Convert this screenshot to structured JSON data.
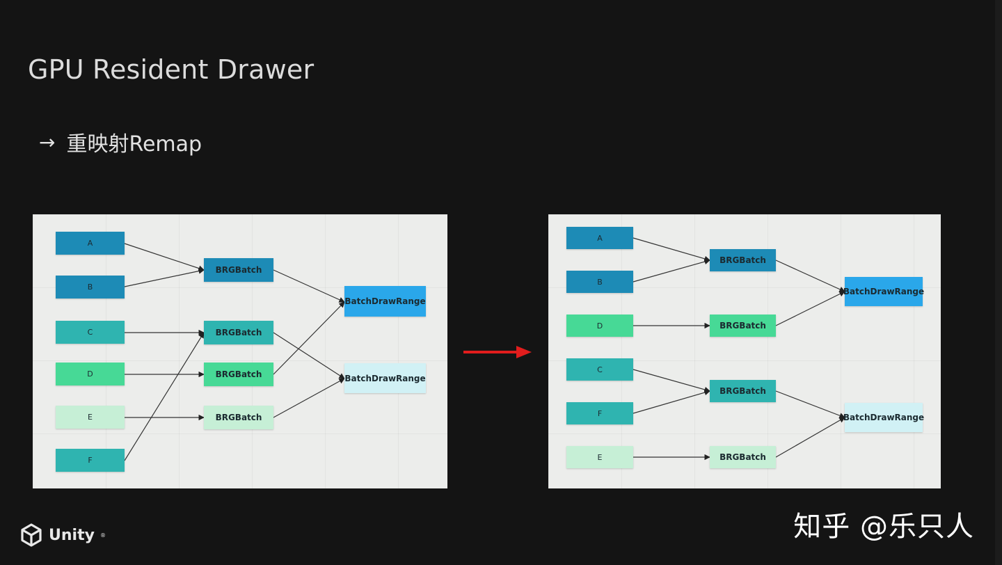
{
  "slide": {
    "title": "GPU Resident Drawer",
    "subtitle_arrow": "→",
    "subtitle": "重映射Remap"
  },
  "left_diagram": {
    "nodes": {
      "A": "A",
      "B": "B",
      "C": "C",
      "D": "D",
      "E": "E",
      "F": "F",
      "brg1": "BRGBatch",
      "brg2": "BRGBatch",
      "brg3": "BRGBatch",
      "brg4": "BRGBatch",
      "bdr1": "BatchDrawRange",
      "bdr2": "BatchDrawRange"
    },
    "edges": [
      [
        "A",
        "brg1"
      ],
      [
        "B",
        "brg1"
      ],
      [
        "C",
        "brg2"
      ],
      [
        "D",
        "brg3"
      ],
      [
        "E",
        "brg4"
      ],
      [
        "F",
        "brg2"
      ],
      [
        "brg1",
        "bdr1"
      ],
      [
        "brg3",
        "bdr1"
      ],
      [
        "brg2",
        "bdr2"
      ],
      [
        "brg4",
        "bdr2"
      ]
    ]
  },
  "right_diagram": {
    "nodes": {
      "A": "A",
      "B": "B",
      "D": "D",
      "C": "C",
      "F": "F",
      "E": "E",
      "brg1": "BRGBatch",
      "brg2": "BRGBatch",
      "brg3": "BRGBatch",
      "brg4": "BRGBatch",
      "bdr1": "BatchDrawRange",
      "bdr2": "BatchDrawRange"
    },
    "edges": [
      [
        "A",
        "brg1"
      ],
      [
        "B",
        "brg1"
      ],
      [
        "D",
        "brg2"
      ],
      [
        "C",
        "brg3"
      ],
      [
        "F",
        "brg3"
      ],
      [
        "E",
        "brg4"
      ],
      [
        "brg1",
        "bdr1"
      ],
      [
        "brg2",
        "bdr1"
      ],
      [
        "brg3",
        "bdr2"
      ],
      [
        "brg4",
        "bdr2"
      ]
    ]
  },
  "colors": {
    "transition_arrow": "#e11d1d",
    "blue": "#1d8bb6",
    "teal": "#2fb4b0",
    "green": "#47d996",
    "pale_green": "#c6efd6",
    "sky": "#2aa7ea",
    "ice": "#d1f1f5"
  },
  "footer": {
    "brand": "Unity",
    "brand_mark": "®",
    "watermark": "知乎 @乐只人"
  }
}
